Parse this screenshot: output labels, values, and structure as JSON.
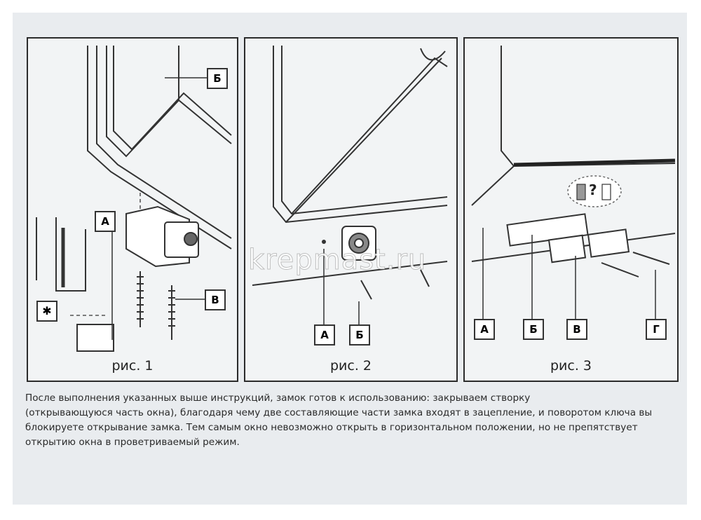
{
  "watermark": "krepmast.ru",
  "figures": [
    {
      "caption": "рис. 1",
      "labels": [
        "Б",
        "А",
        "В",
        "✱"
      ]
    },
    {
      "caption": "рис. 2",
      "labels": [
        "А",
        "Б"
      ]
    },
    {
      "caption": "рис. 3",
      "labels": [
        "А",
        "Б",
        "В",
        "Г"
      ],
      "bubble": "?"
    }
  ],
  "paragraph": [
    "После выполнения указанных выше инструкций, замок готов к использованию: закрываем створку",
    "(открывающуюся часть окна), благодаря чему две составляющие части замка входят в зацепление, и поворотом ключа вы",
    "блокируете открывание замка. Тем самым окно невозможно открыть в горизонтальном положении, но не препятствует",
    "открытию окна в проветриваемый режим."
  ]
}
